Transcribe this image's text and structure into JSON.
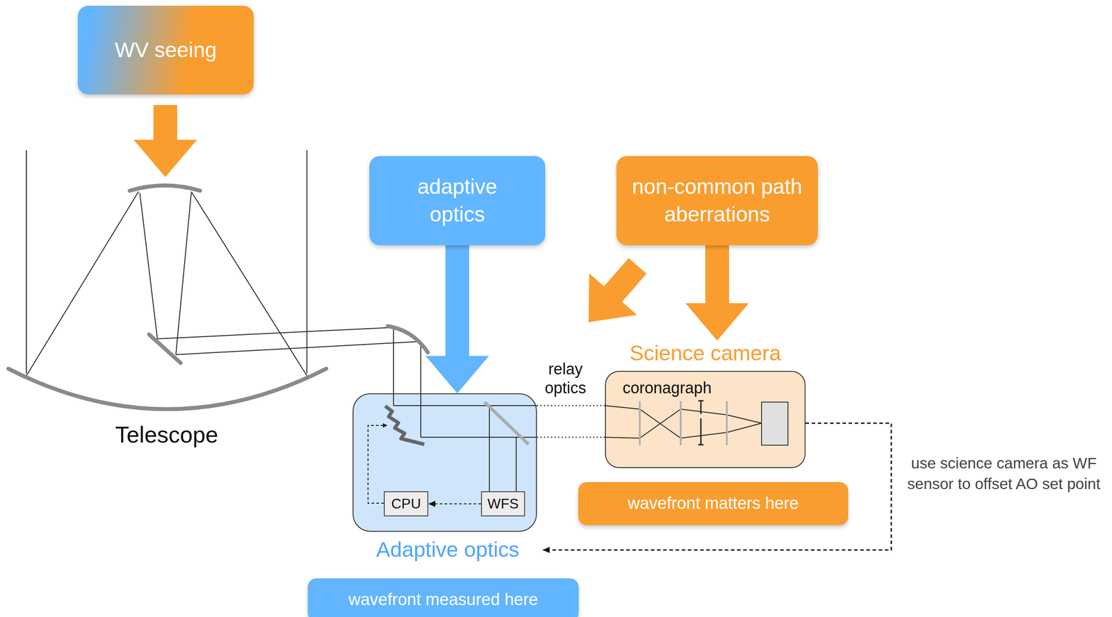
{
  "diagram": {
    "nodes": [
      {
        "text": [
          "WV seeing"
        ]
      },
      {
        "text": [
          "adaptive optics"
        ]
      },
      {
        "text": [
          "non-common path aberrations"
        ]
      },
      {
        "text": [
          "Adaptive optics"
        ]
      },
      {
        "text": [
          "CPU"
        ],
        "in": 3
      },
      {
        "text": [
          "WFS"
        ],
        "in": 3
      },
      {
        "text": [
          "Science camera",
          "coronagraph"
        ]
      },
      {
        "text": [
          "wavefront matters here"
        ]
      },
      {
        "text": [
          "wavefront measured here"
        ]
      }
    ],
    "edges": [
      {
        "from": 1,
        "to": 3,
        "arrow": "to"
      },
      {
        "from": 2,
        "to": 6,
        "arrow": "to"
      },
      {
        "from": 5,
        "to": 4,
        "arrow": "to"
      },
      {
        "from": 6,
        "to": 3,
        "arrow": "to"
      }
    ],
    "labels": [
      "Telescope",
      "relay optics",
      "use science camera as WF sensor to offset AO set point"
    ]
  }
}
